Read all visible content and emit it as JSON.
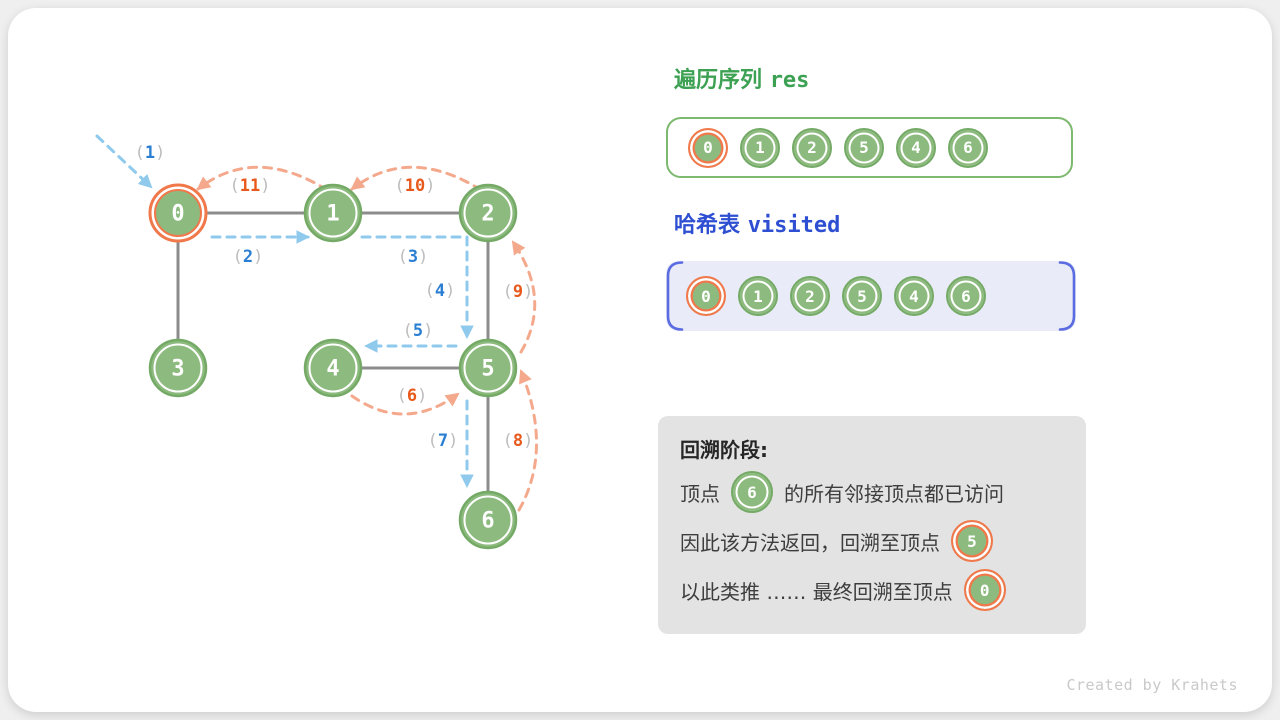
{
  "colors": {
    "node_green_fill": "#8dbb7f",
    "node_green_border": "#74aa66",
    "highlight_orange": "#f0784a",
    "edge_gray": "#8c8c8c",
    "arrow_blue": "#8fcaed",
    "arrow_orange": "#f4a98d",
    "digit_blue": "#2b7fd3",
    "digit_orange": "#e8591c",
    "paren_gray": "#bdbdbd",
    "res_title_green": "#3da153",
    "visited_title_blue": "#2e4fd2",
    "visited_box_bg": "#e9ecf8",
    "visited_bracket_blue": "#5b6be0",
    "info_box_bg": "#e3e3e3"
  },
  "graph": {
    "paren_open": "(",
    "paren_close": ")",
    "nodes": [
      {
        "label": "0",
        "highlight": true
      },
      {
        "label": "1",
        "highlight": false
      },
      {
        "label": "2",
        "highlight": false
      },
      {
        "label": "3",
        "highlight": false
      },
      {
        "label": "4",
        "highlight": false
      },
      {
        "label": "5",
        "highlight": false
      },
      {
        "label": "6",
        "highlight": false
      }
    ],
    "edges": [
      "0-1",
      "1-2",
      "0-3",
      "2-5",
      "4-5",
      "5-6"
    ],
    "steps": [
      {
        "num": "1",
        "color": "blue"
      },
      {
        "num": "2",
        "color": "blue"
      },
      {
        "num": "3",
        "color": "blue"
      },
      {
        "num": "4",
        "color": "blue"
      },
      {
        "num": "5",
        "color": "blue"
      },
      {
        "num": "6",
        "color": "orange"
      },
      {
        "num": "7",
        "color": "blue"
      },
      {
        "num": "8",
        "color": "orange"
      },
      {
        "num": "9",
        "color": "orange"
      },
      {
        "num": "10",
        "color": "orange"
      },
      {
        "num": "11",
        "color": "orange"
      }
    ]
  },
  "res": {
    "title_zh": "遍历序列",
    "title_code": "res",
    "items": [
      {
        "label": "0",
        "highlight": true
      },
      {
        "label": "1",
        "highlight": false
      },
      {
        "label": "2",
        "highlight": false
      },
      {
        "label": "5",
        "highlight": false
      },
      {
        "label": "4",
        "highlight": false
      },
      {
        "label": "6",
        "highlight": false
      }
    ]
  },
  "visited": {
    "title_zh": "哈希表",
    "title_code": "visited",
    "items": [
      {
        "label": "0",
        "highlight": true
      },
      {
        "label": "1",
        "highlight": false
      },
      {
        "label": "2",
        "highlight": false
      },
      {
        "label": "5",
        "highlight": false
      },
      {
        "label": "4",
        "highlight": false
      },
      {
        "label": "6",
        "highlight": false
      }
    ]
  },
  "info": {
    "title": "回溯阶段:",
    "lines": [
      {
        "pre": "顶点",
        "node": "6",
        "node_highlight": false,
        "post": "的所有邻接顶点都已访问"
      },
      {
        "pre": "因此该方法返回，回溯至顶点",
        "node": "5",
        "node_highlight": true,
        "post": ""
      },
      {
        "pre": "以此类推 …… 最终回溯至顶点",
        "node": "0",
        "node_highlight": true,
        "post": ""
      }
    ]
  },
  "credit": "Created by Krahets"
}
